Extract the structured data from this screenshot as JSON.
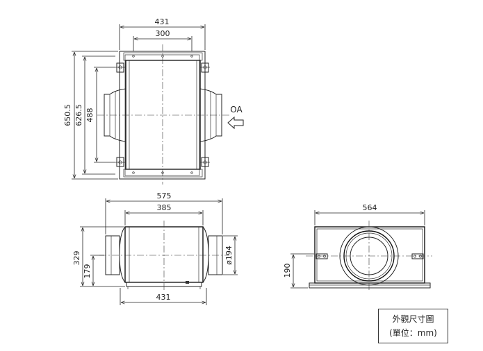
{
  "top_view": {
    "dim_width_outer": "431",
    "dim_width_inner": "300",
    "dim_height_total": "650.5",
    "dim_height_mid": "626.5",
    "dim_height_inner": "488",
    "airflow_label": "OA"
  },
  "front_view": {
    "dim_length_total": "575",
    "dim_body_length": "385",
    "dim_height": "329",
    "dim_center_height": "179",
    "dim_duct_diameter": "ø194",
    "dim_base_width": "431"
  },
  "side_view": {
    "dim_width": "564",
    "dim_height": "190"
  },
  "legend": {
    "title": "外觀尺寸圖",
    "unit": "(單位：mm)"
  }
}
